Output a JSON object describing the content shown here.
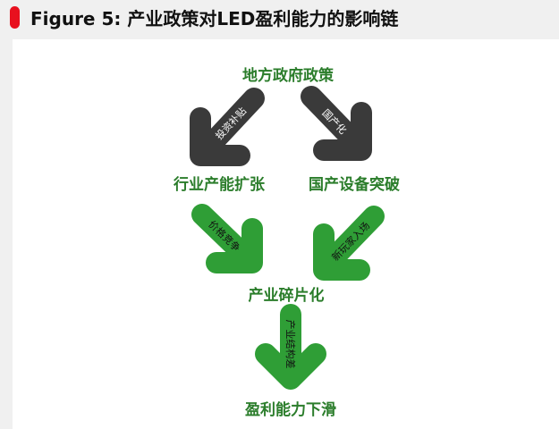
{
  "title": "Figure 5: 产业政策对LED盈利能力的影响链",
  "nodes": {
    "policy": "地方政府政策",
    "expansion": "行业产能扩张",
    "equipment": "国产设备突破",
    "fragmentation": "产业碎片化",
    "decline": "盈利能力下滑"
  },
  "arrows": {
    "subsidy": "投资补贴",
    "localization": "国产化",
    "price_war": "价格竞争",
    "new_players": "新玩家入场",
    "poor_structure": "产业结构差"
  },
  "colors": {
    "accent": "#e8101e",
    "dark_arrow": "#3a3a3a",
    "green_arrow": "#2f9e36",
    "node_text": "#2b7d2b"
  }
}
